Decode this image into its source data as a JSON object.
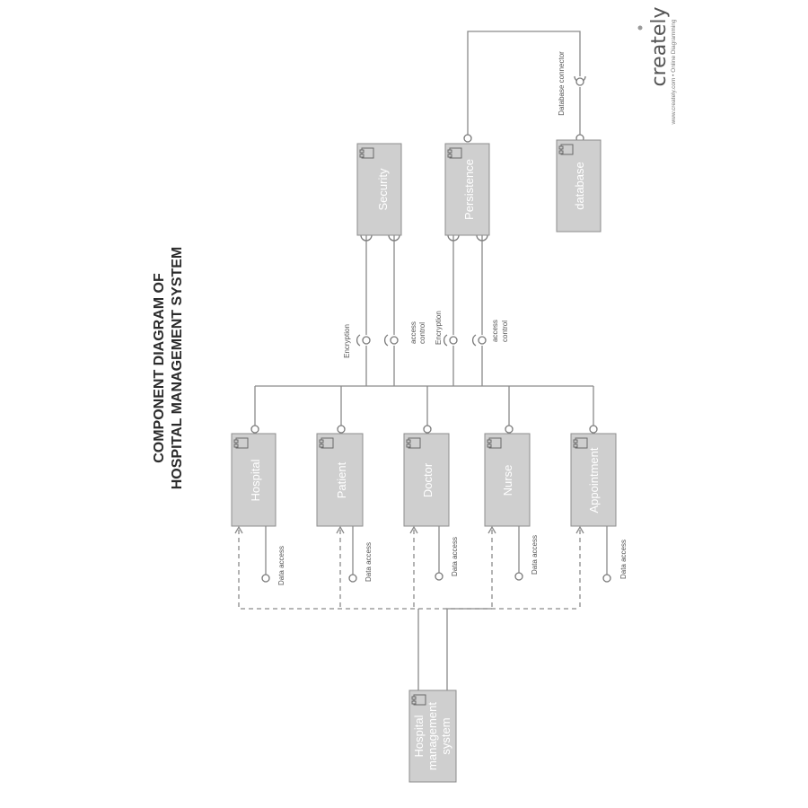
{
  "title": {
    "line1": "COMPONENT DIAGRAM OF",
    "line2": "HOSPITAL MANAGEMENT SYSTEM"
  },
  "brand": {
    "name": "creately",
    "tagline": "www.creately.com • Online Diagramming"
  },
  "components": {
    "security": "Security",
    "persistence": "Persistence",
    "database": "database",
    "hospital": "Hospital",
    "patient": "Patient",
    "doctor": "Doctor",
    "nurse": "Nurse",
    "appointment": "Appointment",
    "system": {
      "line1": "Hospital",
      "line2": "management",
      "line3": "system"
    }
  },
  "interfaces": {
    "database_connector": "Database connector",
    "encryption": "Encryption",
    "access_control_line1": "access",
    "access_control_line2": "control",
    "data_access": "Data access"
  },
  "colors": {
    "component_fill": "#cfcfcf",
    "line": "#8a8a8a",
    "label_on_component": "#ffffff"
  }
}
